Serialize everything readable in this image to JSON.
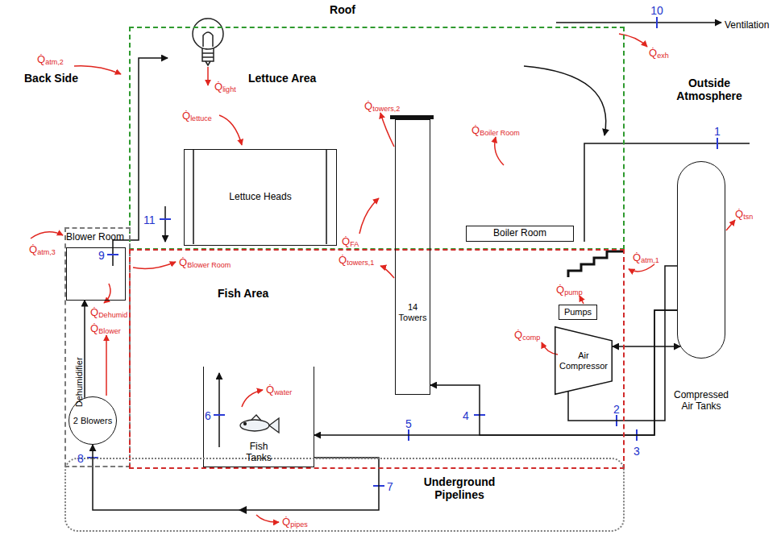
{
  "diagram": {
    "nodes": [
      {
        "text": [
          "Lettuce Area"
        ]
      },
      {
        "text": [
          "Lettuce Heads"
        ],
        "in": 0
      },
      {
        "text": [
          "Boiler Room"
        ],
        "in": 0
      },
      {
        "text": [
          "Blower Room"
        ]
      },
      {
        "text": [
          "Dehumidifier"
        ],
        "in": 3
      },
      {
        "text": [
          "2 Blowers"
        ],
        "in": 3
      },
      {
        "text": [
          "Fish Area"
        ]
      },
      {
        "text": [
          "14 Towers"
        ],
        "in": 6
      },
      {
        "text": [
          "Fish Tanks"
        ],
        "in": 6
      },
      {
        "text": [
          "Air Compressor"
        ],
        "in": 6
      },
      {
        "text": [
          "Pumps"
        ],
        "in": 6
      },
      {
        "text": [
          "Compressed Air Tanks"
        ]
      },
      {
        "text": [
          "Underground Pipelines"
        ]
      }
    ],
    "edges": [
      {
        "from": 9,
        "to": 11,
        "arrow": "both"
      },
      {
        "from": 9,
        "to": 11,
        "arrow": "none"
      },
      {
        "from": 11,
        "to": 8,
        "arrow": "to"
      },
      {
        "from": 11,
        "to": 7,
        "arrow": "to"
      },
      {
        "from": 8,
        "to": 5,
        "arrow": "to"
      },
      {
        "from": 5,
        "to": 4,
        "arrow": "to"
      }
    ],
    "labels": [
      "Roof",
      "10",
      "Ventilation",
      "Q̇atm,2",
      "Q̇light",
      "Q̇exh",
      "Back Side",
      "Q̇lettuce",
      "Q̇towers,2",
      "Q̇Boiler Room",
      "Outside Atmosphere",
      "1",
      "11",
      "9",
      "Q̇Blower Room",
      "Q̇FA",
      "Q̇towers,1",
      "Q̇atm,1",
      "Q̇pump",
      "Q̇atm,3",
      "Q̇Dehumid",
      "Q̇Blower",
      "Q̇comp",
      "Q̇tsn",
      "6",
      "Q̇water",
      "2",
      "5",
      "4",
      "3",
      "8",
      "7",
      "Q̇pipes"
    ]
  }
}
